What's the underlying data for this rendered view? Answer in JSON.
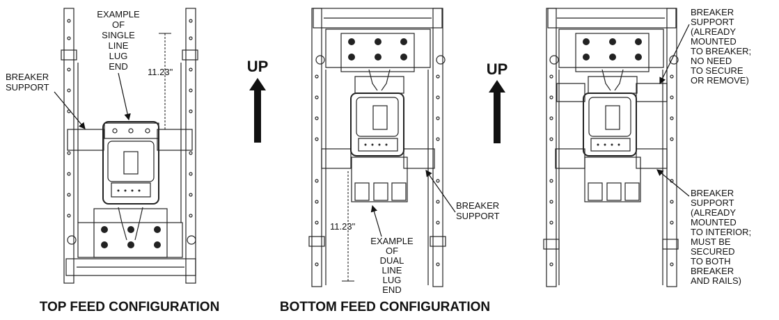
{
  "top_feed": {
    "caption": "TOP FEED CONFIGURATION",
    "example_label": [
      "EXAMPLE",
      "OF",
      "SINGLE",
      "LINE",
      "LUG",
      "END"
    ],
    "support_label": [
      "BREAKER",
      "SUPPORT"
    ],
    "dimension": "11.23\""
  },
  "bottom_feed": {
    "caption": "BOTTOM FEED CONFIGURATION",
    "up_label": "UP",
    "support_label": [
      "BREAKER",
      "SUPPORT"
    ],
    "dimension": "11.23\"",
    "example_label": [
      "EXAMPLE",
      "OF",
      "DUAL",
      "LINE",
      "LUG",
      "END"
    ]
  },
  "third_view": {
    "up_label": "UP",
    "support_top_label": [
      "BREAKER",
      "SUPPORT",
      "(ALREADY",
      "MOUNTED",
      "TO BREAKER;",
      "NO NEED",
      "TO SECURE",
      "OR REMOVE)"
    ],
    "support_bottom_label": [
      "BREAKER",
      "SUPPORT",
      "(ALREADY",
      "MOUNTED",
      "TO INTERIOR;",
      "MUST BE",
      "SECURED",
      "TO BOTH",
      "BREAKER",
      "AND RAILS)"
    ]
  }
}
